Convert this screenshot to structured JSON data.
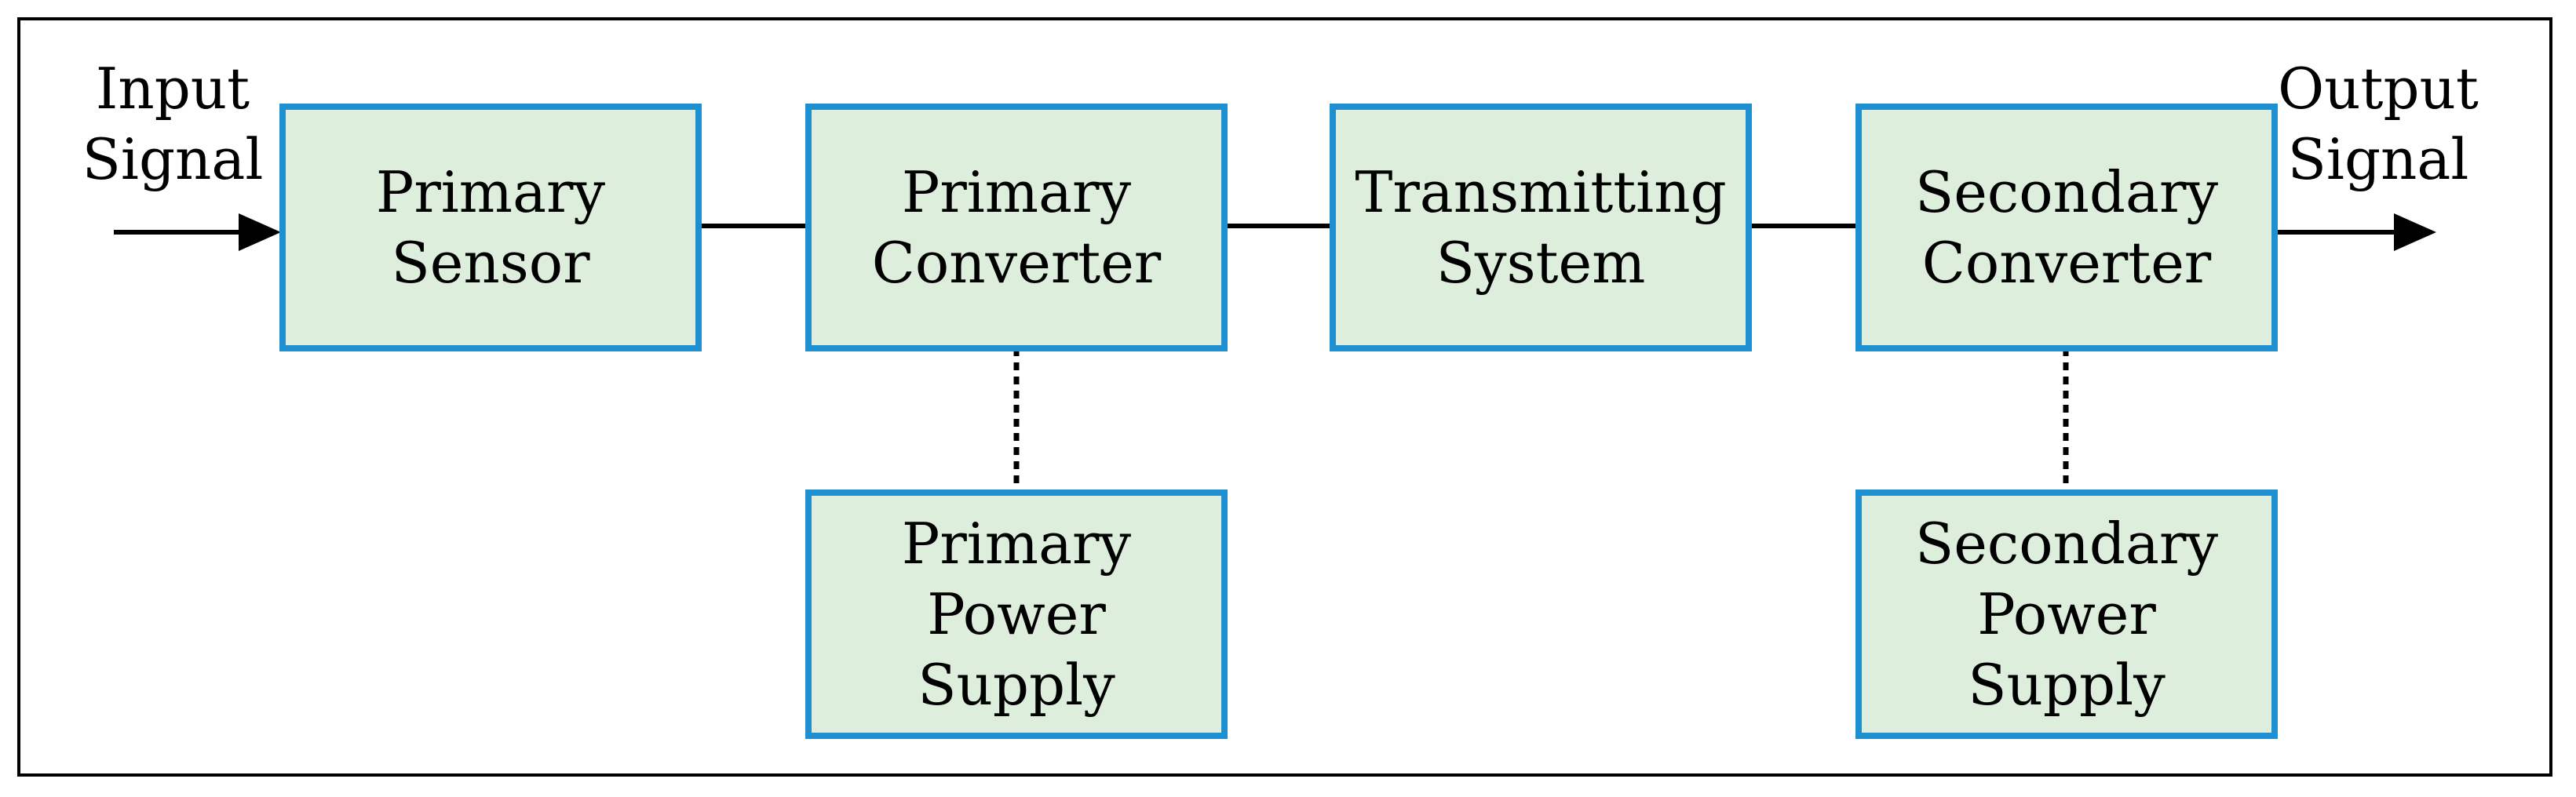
{
  "input": {
    "line1": "Input",
    "line2": "Signal"
  },
  "output": {
    "line1": "Output",
    "line2": "Signal"
  },
  "blocks": {
    "primary_sensor": {
      "line1": "Primary",
      "line2": "Sensor"
    },
    "primary_converter": {
      "line1": "Primary",
      "line2": "Converter"
    },
    "transmitting_system": {
      "line1": "Transmitting",
      "line2": "System"
    },
    "secondary_converter": {
      "line1": "Secondary",
      "line2": "Converter"
    },
    "primary_power_supply": {
      "line1": "Primary",
      "line2": "Power",
      "line3": "Supply"
    },
    "secondary_power_supply": {
      "line1": "Secondary",
      "line2": "Power",
      "line3": "Supply"
    }
  },
  "colors": {
    "block_border": "#1e8fd0",
    "block_fill": "#ddeedd",
    "line": "#000000"
  }
}
